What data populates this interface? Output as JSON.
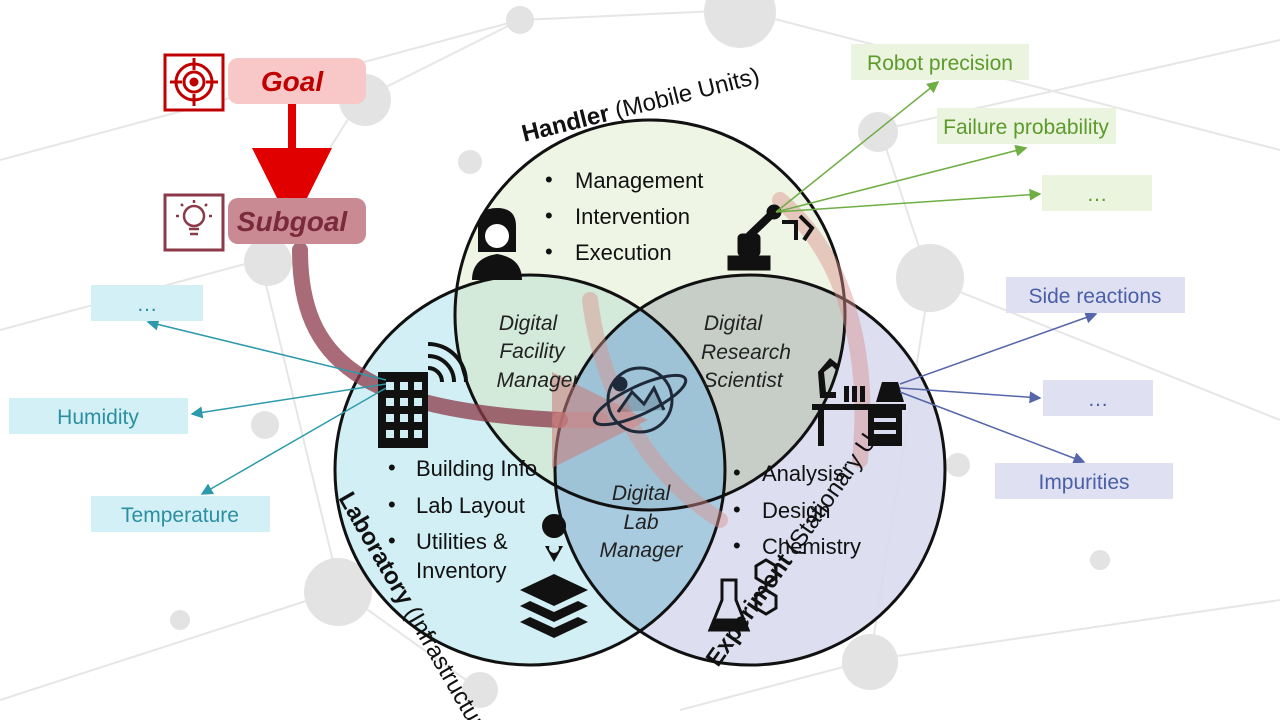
{
  "goal": {
    "label": "Goal"
  },
  "subgoal": {
    "label": "Subgoal"
  },
  "circles": {
    "handler": {
      "title": "Handler",
      "subtitle": "(Mobile Units)",
      "items": [
        "Management",
        "Intervention",
        "Execution"
      ]
    },
    "laboratory": {
      "title": "Laboratory",
      "subtitle": "(Infrastructure)",
      "items": [
        "Building Info",
        "Lab Layout",
        "Utilities &",
        "Inventory"
      ]
    },
    "experiment": {
      "title": "Experiment",
      "subtitle": "(Stationary Unit)",
      "items": [
        "Analysis",
        "Design",
        "Chemistry"
      ]
    }
  },
  "overlaps": {
    "facility": [
      "Digital",
      "Facility",
      "Manager"
    ],
    "research": [
      "Digital",
      "Research",
      "Scientist"
    ],
    "lab": [
      "Digital",
      "Lab",
      "Manager"
    ]
  },
  "handler_boxes": [
    "Robot precision",
    "Failure probability",
    "…"
  ],
  "lab_boxes": [
    "…",
    "Humidity",
    "Temperature"
  ],
  "experiment_boxes": [
    "Side reactions",
    "…",
    "Impurities"
  ],
  "colors": {
    "handler_fill": "#eef5e4",
    "lab_fill": "#cfeef3",
    "experiment_fill": "#d9dcf0",
    "goal_red": "#c00000",
    "subgoal": "#8b3a4a",
    "green_text": "#5c9a2c",
    "teal_text": "#2c8fa0",
    "blue_text": "#4b5fa6"
  }
}
